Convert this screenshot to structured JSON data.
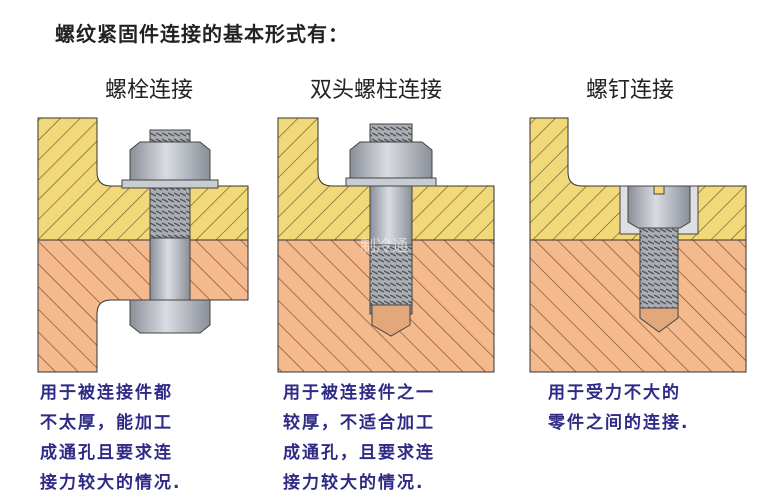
{
  "title": "螺纹紧固件连接的基本形式有：",
  "panels": [
    {
      "label": "螺栓连接",
      "description": [
        "用于被连接件都",
        "不太厚，能加工",
        "成通孔且要求连",
        "接力较大的情况."
      ]
    },
    {
      "label": "双头螺柱连接",
      "description": [
        "用于被连接件之一",
        "较厚，不适合加工",
        "成通孔，且要求连",
        "接力较大的情况."
      ]
    },
    {
      "label": "螺钉连接",
      "description": [
        "用于受力不大的",
        "零件之间的连接."
      ]
    }
  ],
  "watermark": "制冷通",
  "colors": {
    "upper_part": "#f1d97a",
    "lower_part": "#f4b98c",
    "fastener": "#a9adb5",
    "text_blue": "#2e2a86"
  }
}
